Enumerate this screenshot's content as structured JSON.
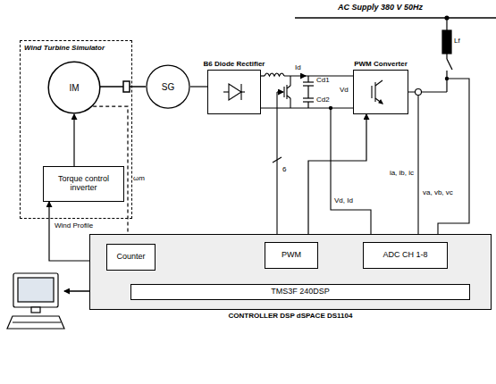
{
  "diagram": {
    "nodes": [
      {
        "text": [
          "Wind Turbine Simulator"
        ]
      },
      {
        "text": [
          "IM"
        ],
        "in": 0
      },
      {
        "text": [
          "Torque control inverter"
        ],
        "in": 0
      },
      {
        "text": [
          "SG"
        ]
      },
      {
        "text": [
          "B6 Diode Rectifier"
        ]
      },
      {
        "text": [
          "PWM Converter"
        ]
      },
      {
        "text": [
          "CONTROLLER DSP dSPACE DS1104"
        ]
      },
      {
        "text": [
          "Counter"
        ],
        "in": 6
      },
      {
        "text": [
          "PWM"
        ],
        "in": 6
      },
      {
        "text": [
          "ADC CH 1-8"
        ],
        "in": 6
      },
      {
        "text": [
          "TMS3F 240DSP"
        ],
        "in": 6
      }
    ],
    "edges": [
      {
        "from": 2,
        "to": 1,
        "arrow": "to"
      },
      {
        "from": 3,
        "to": 4,
        "arrow": "none"
      },
      {
        "from": 7,
        "to": 10,
        "arrow": "both"
      },
      {
        "from": 8,
        "to": 10,
        "arrow": "both"
      },
      {
        "from": 9,
        "to": 10,
        "arrow": "both"
      },
      {
        "from": 6,
        "to": 2,
        "arrow": "to",
        "label": "Wind Profile"
      },
      {
        "from": 1,
        "to": 7,
        "arrow": "to",
        "label": "ωm"
      },
      {
        "from": 8,
        "to": 5,
        "arrow": "to"
      }
    ],
    "labels": [
      "AC Supply 380 V 50Hz",
      "Lf",
      "Id",
      "Cd1",
      "Cd2",
      "Vd",
      "6",
      "Vd, Id",
      "ia, ib, ic",
      "va, vb, vc"
    ]
  }
}
